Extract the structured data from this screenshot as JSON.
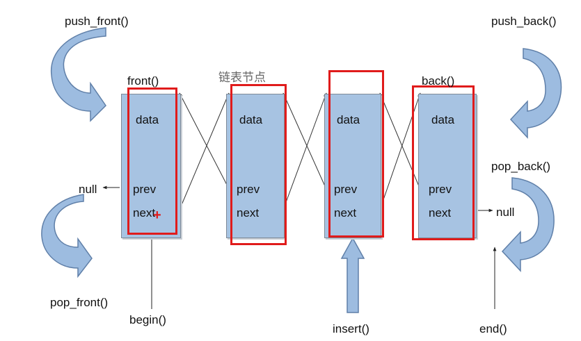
{
  "labels": {
    "push_front": "push_front()",
    "pop_front": "pop_front()",
    "push_back": "push_back()",
    "pop_back": "pop_back()",
    "front": "front()",
    "back": "back()",
    "node_title": "链表节点",
    "begin": "begin()",
    "insert": "insert()",
    "end": "end()",
    "null_left": "null",
    "null_right": "null"
  },
  "nodes": [
    {
      "data": "data",
      "prev": "prev",
      "next": "next"
    },
    {
      "data": "data",
      "prev": "prev",
      "next": "next"
    },
    {
      "data": "data",
      "prev": "prev",
      "next": "next"
    },
    {
      "data": "data",
      "prev": "prev",
      "next": "next"
    }
  ],
  "cursor_mark": "+",
  "colors": {
    "node_fill": "#a7c3e2",
    "highlight": "#e01b1b",
    "arrow_fill": "#9dbce0",
    "arrow_stroke": "#5f7fa8"
  },
  "icons": [
    "curved-arrow-icon",
    "up-arrow-icon"
  ]
}
